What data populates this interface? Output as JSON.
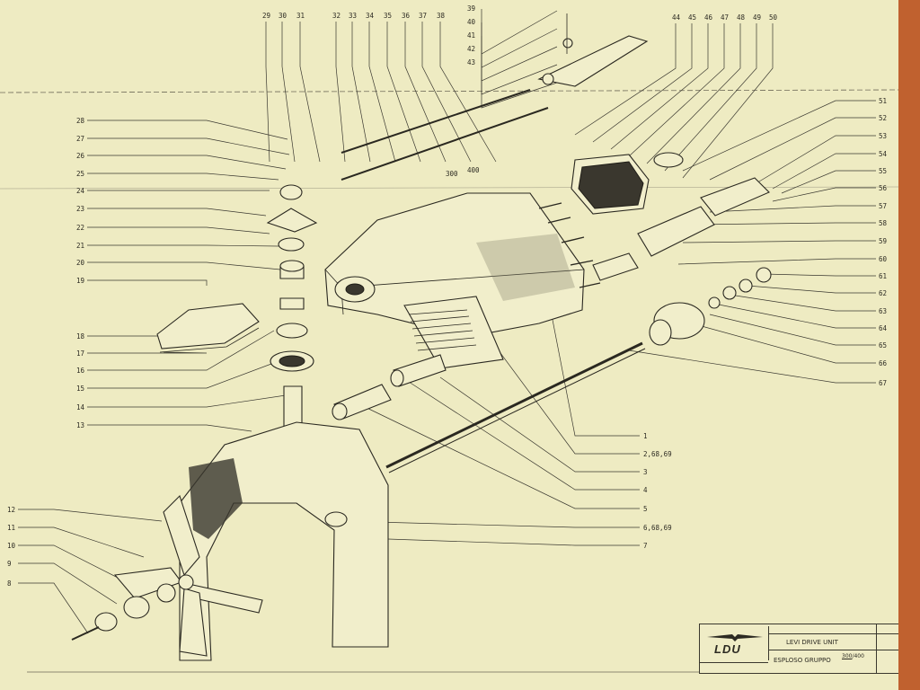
{
  "drawing": {
    "title_block": {
      "logo": "LDU",
      "title": "LEVI DRIVE UNIT",
      "subtitle": "ESPLOSO GRUPPO",
      "ratio_top": "300",
      "ratio_bottom": "400"
    },
    "callouts_top": [
      "29",
      "30",
      "31",
      "32",
      "33",
      "34",
      "35",
      "36",
      "37",
      "38",
      "39",
      "40",
      "41",
      "42",
      "43",
      "44",
      "45",
      "46",
      "47",
      "48",
      "49",
      "50"
    ],
    "callouts_left": [
      "28",
      "27",
      "26",
      "25",
      "24",
      "23",
      "22",
      "21",
      "20",
      "19",
      "18",
      "17",
      "16",
      "15",
      "14",
      "13",
      "12",
      "11",
      "10",
      "9",
      "8"
    ],
    "callouts_right": [
      "51",
      "52",
      "53",
      "54",
      "55",
      "56",
      "57",
      "58",
      "59",
      "60",
      "61",
      "62",
      "63",
      "64",
      "65",
      "66",
      "67"
    ],
    "callouts_bottom_right": [
      "1",
      "2,68,69",
      "3",
      "4",
      "5",
      "6,68,69",
      "7"
    ],
    "part_labels": [
      "300",
      "400"
    ]
  },
  "colors": {
    "paper": "#eeebc2",
    "ink": "#2c2a22",
    "table_edge": "#c0612f"
  }
}
